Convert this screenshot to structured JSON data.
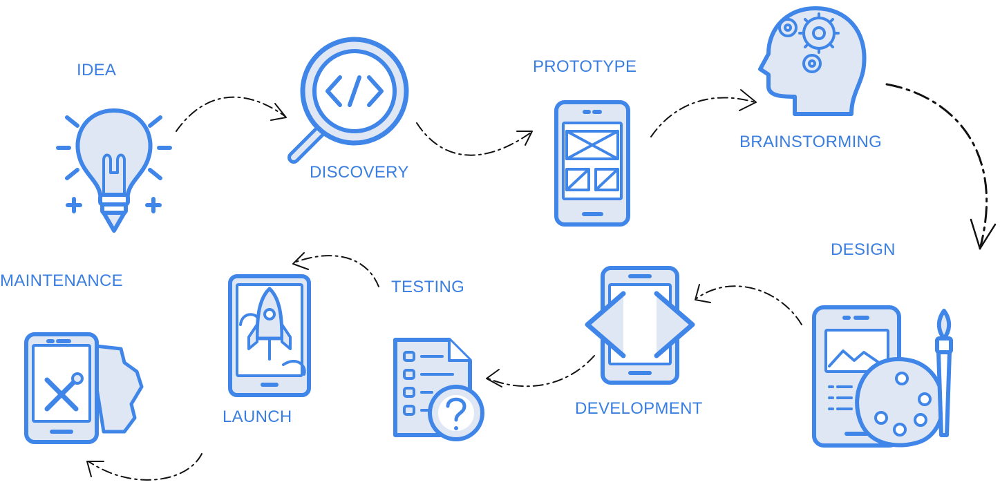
{
  "colors": {
    "accent": "#3f86e8",
    "label": "#3a7ee0",
    "fill": "#dfe7f4",
    "arrow": "#111111"
  },
  "steps": {
    "idea": {
      "label": "IDEA",
      "icon": "lightbulb-icon"
    },
    "discovery": {
      "label": "DISCOVERY",
      "icon": "magnifier-code-icon"
    },
    "prototype": {
      "label": "PROTOTYPE",
      "icon": "phone-wireframe-icon"
    },
    "brainstorming": {
      "label": "BRAINSTORMING",
      "icon": "head-gears-icon"
    },
    "design": {
      "label": "DESIGN",
      "icon": "phone-palette-icon"
    },
    "development": {
      "label": "DEVELOPMENT",
      "icon": "phone-code-icon"
    },
    "testing": {
      "label": "TESTING",
      "icon": "checklist-question-icon"
    },
    "launch": {
      "label": "LAUNCH",
      "icon": "tablet-rocket-icon"
    },
    "maintenance": {
      "label": "MAINTENANCE",
      "icon": "phone-tools-gear-icon"
    }
  }
}
